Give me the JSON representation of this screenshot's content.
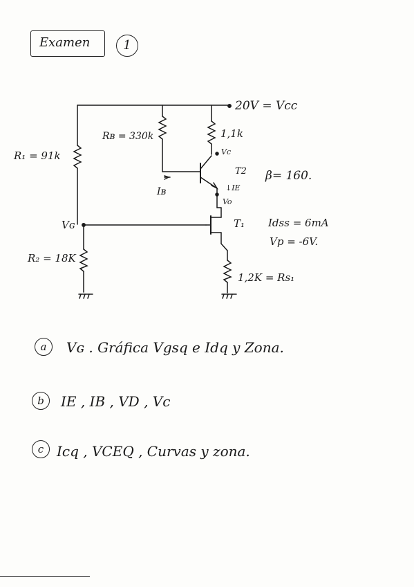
{
  "header": {
    "title": "Examen",
    "exam_number": "1"
  },
  "circuit": {
    "supply": "20V = Vcc",
    "r1": "R₁ = 91k",
    "r2": "R₂ = 18K",
    "rb": "Rʙ = 330k",
    "rc": "1,1k",
    "rs": "1,2K = Rs₁",
    "vg": "Vɢ",
    "vc": "Vc",
    "vo": "Vo",
    "ib": "Iʙ",
    "ie": "↓IE",
    "t2": "T2",
    "t1": "T₁",
    "beta": "β= 160.",
    "idss": "Idss = 6mA",
    "vp": "Vp = -6V."
  },
  "questions": [
    {
      "marker": "a",
      "text": "Vɢ . Gráfica Vgsq e Idq y Zona."
    },
    {
      "marker": "b",
      "text": "IE , IB , VD , Vc"
    },
    {
      "marker": "c",
      "text": "Icq , VCEQ , Curvas y zona."
    }
  ]
}
